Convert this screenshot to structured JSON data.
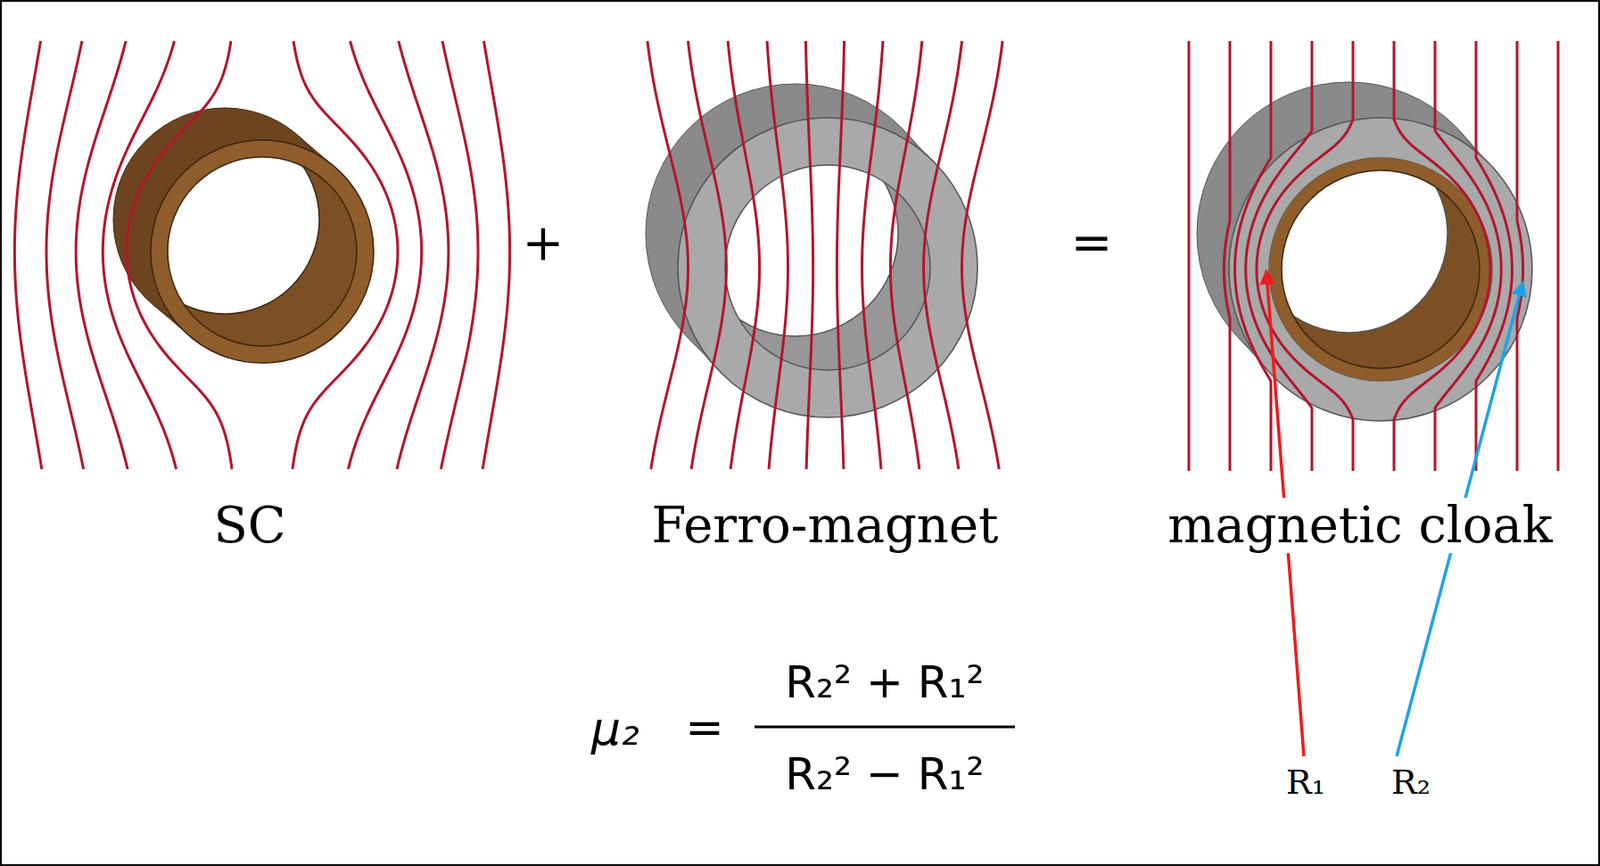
{
  "diagram": {
    "labels": [
      "SC",
      "+",
      "Ferro-magnet",
      "=",
      "magnetic cloak",
      "μ₂",
      "=",
      "R₂² + R₁²",
      "R₂² − R₁²",
      "R₁",
      "R₂"
    ]
  }
}
